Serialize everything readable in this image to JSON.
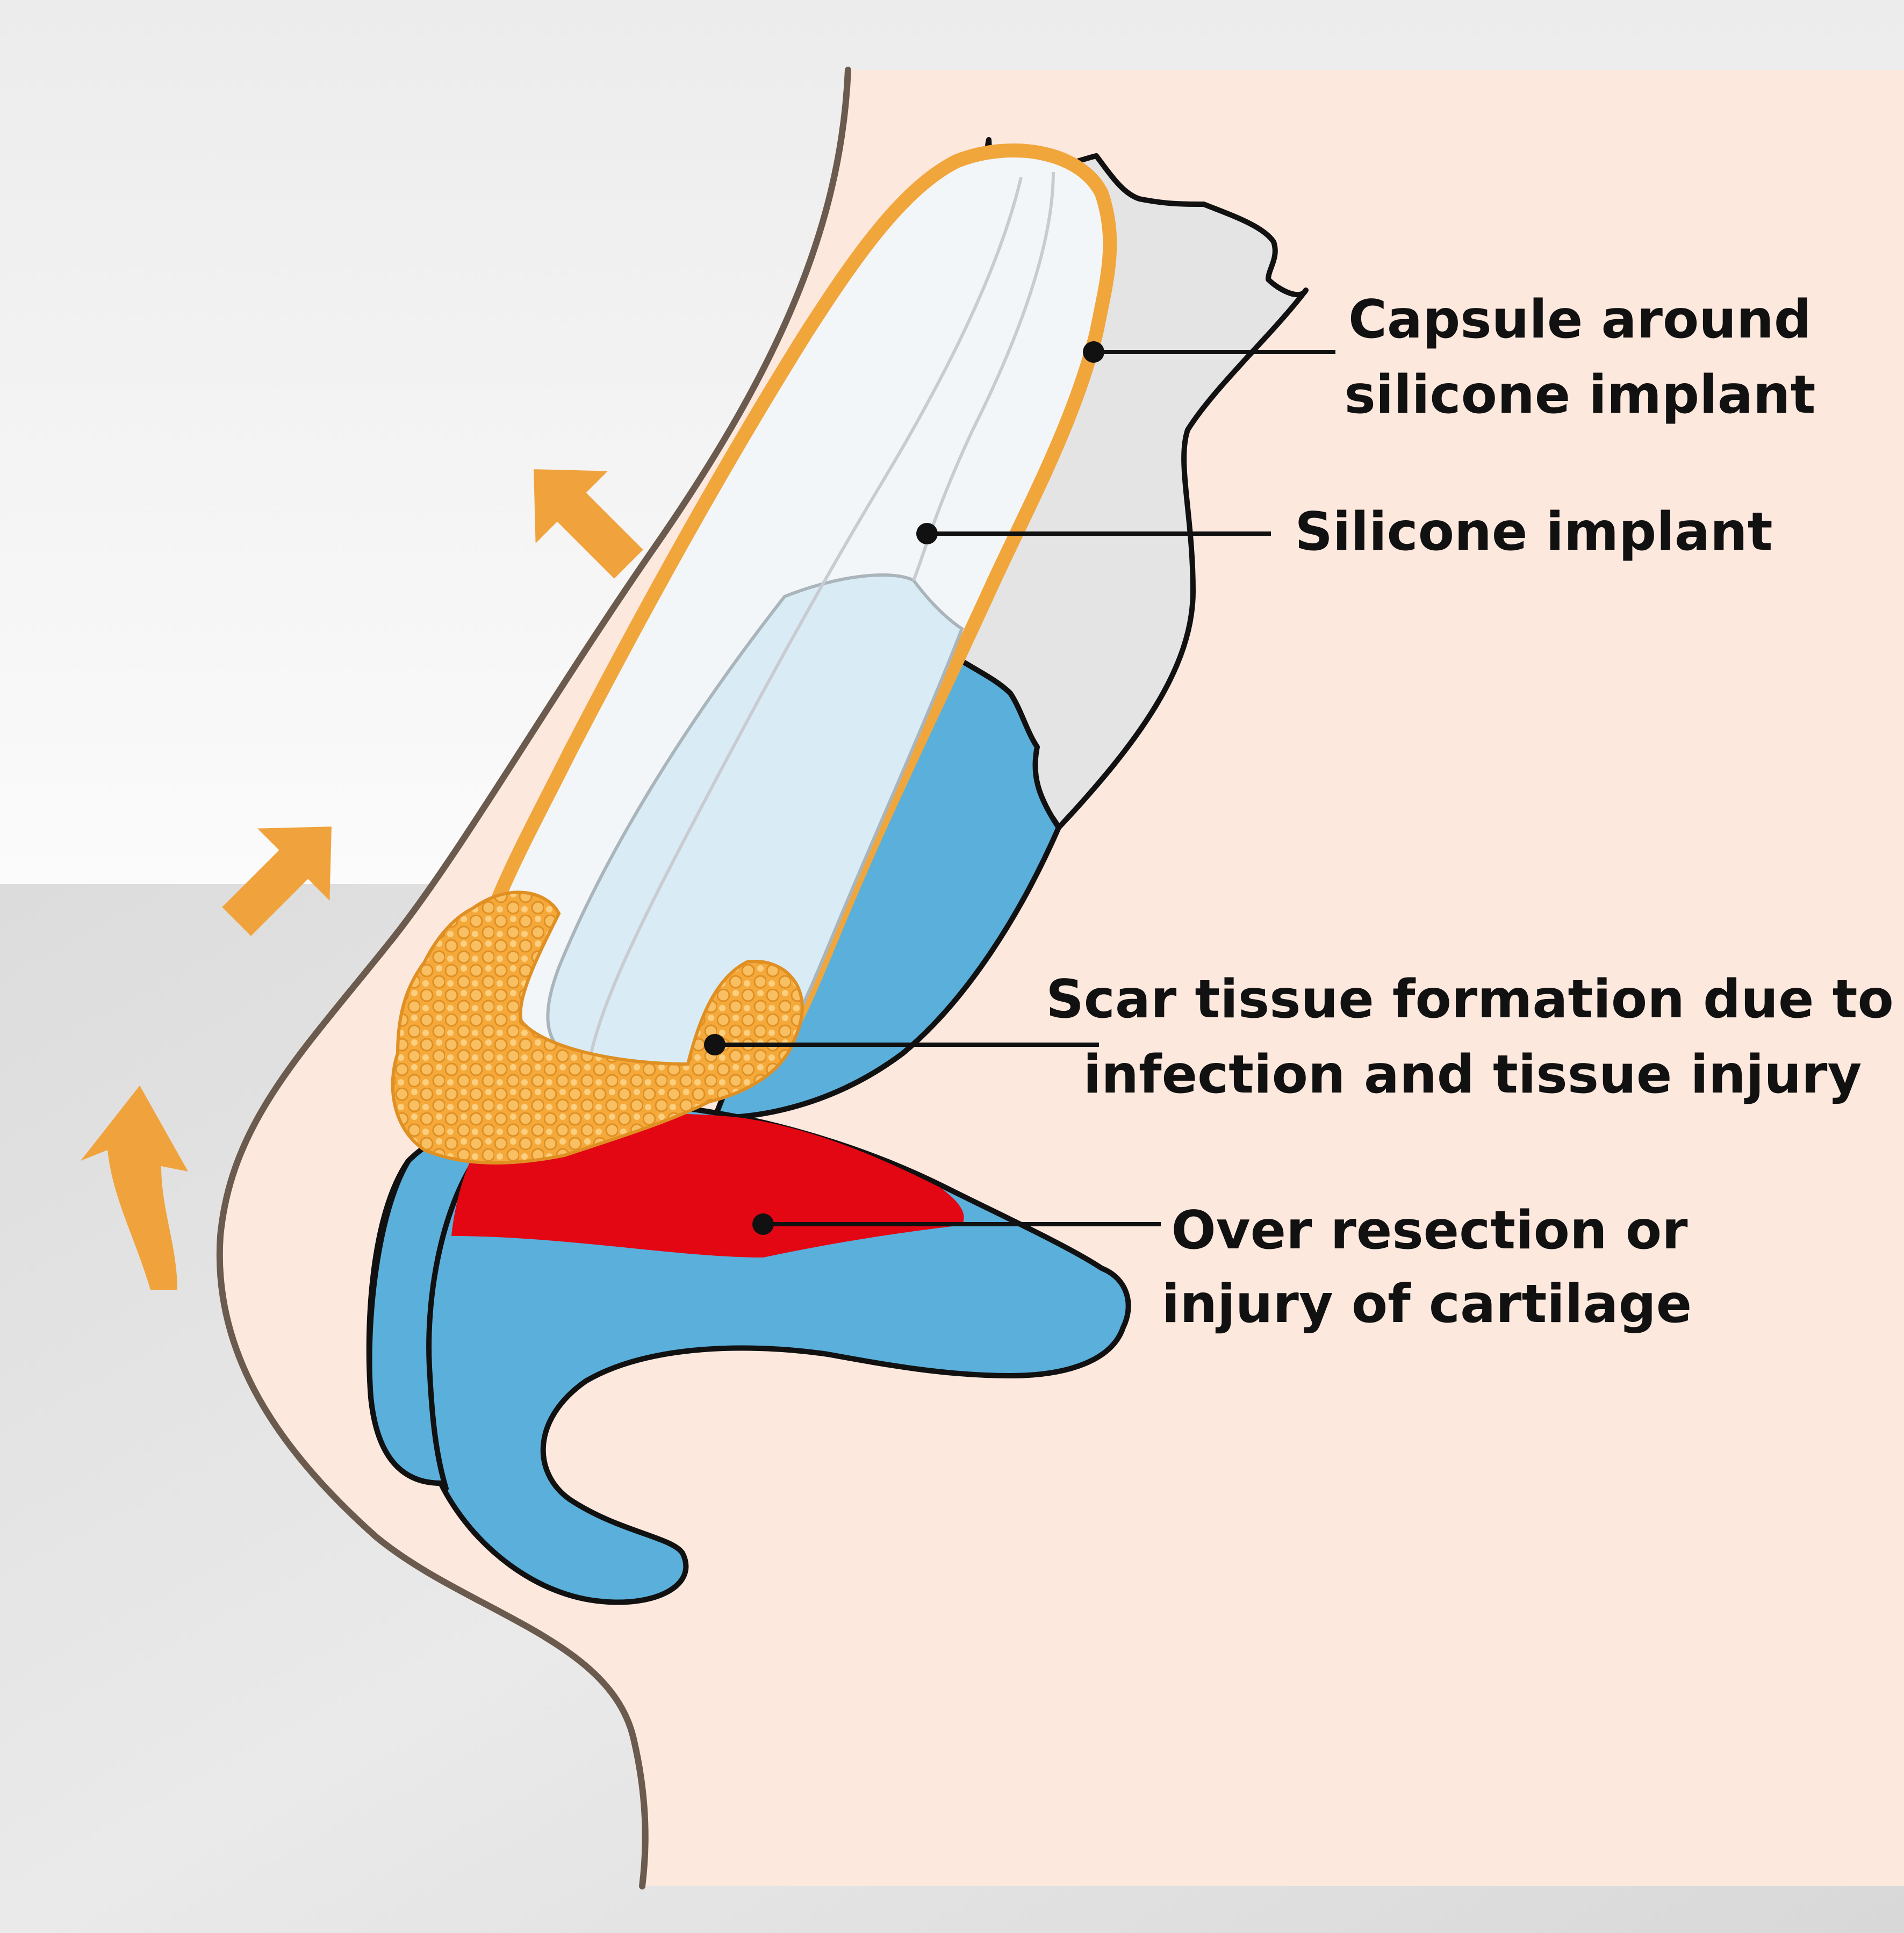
{
  "labels": {
    "capsule_line1": "Capsule around",
    "capsule_line2": "silicone implant",
    "implant": "Silicone implant",
    "scar_line1": "Scar tissue formation due to",
    "scar_line2": "infection and tissue injury",
    "cartilage_line1": "Over resection or",
    "cartilage_line2": "injury of cartilage"
  },
  "colors": {
    "background": "#e9e9e9",
    "skin": "#fde8de",
    "skin_outline": "#6b5a4e",
    "capsule": "#f1a63c",
    "implant": "#f3f6f8",
    "cartilage": "#5aafdb",
    "cartilage_injury": "#e30613",
    "bone": "#e4e4e4",
    "arrow": "#f0a33c"
  },
  "icons": {
    "arrows": "orange-direction-arrow-icon",
    "leader_dot": "leader-dot-icon"
  }
}
